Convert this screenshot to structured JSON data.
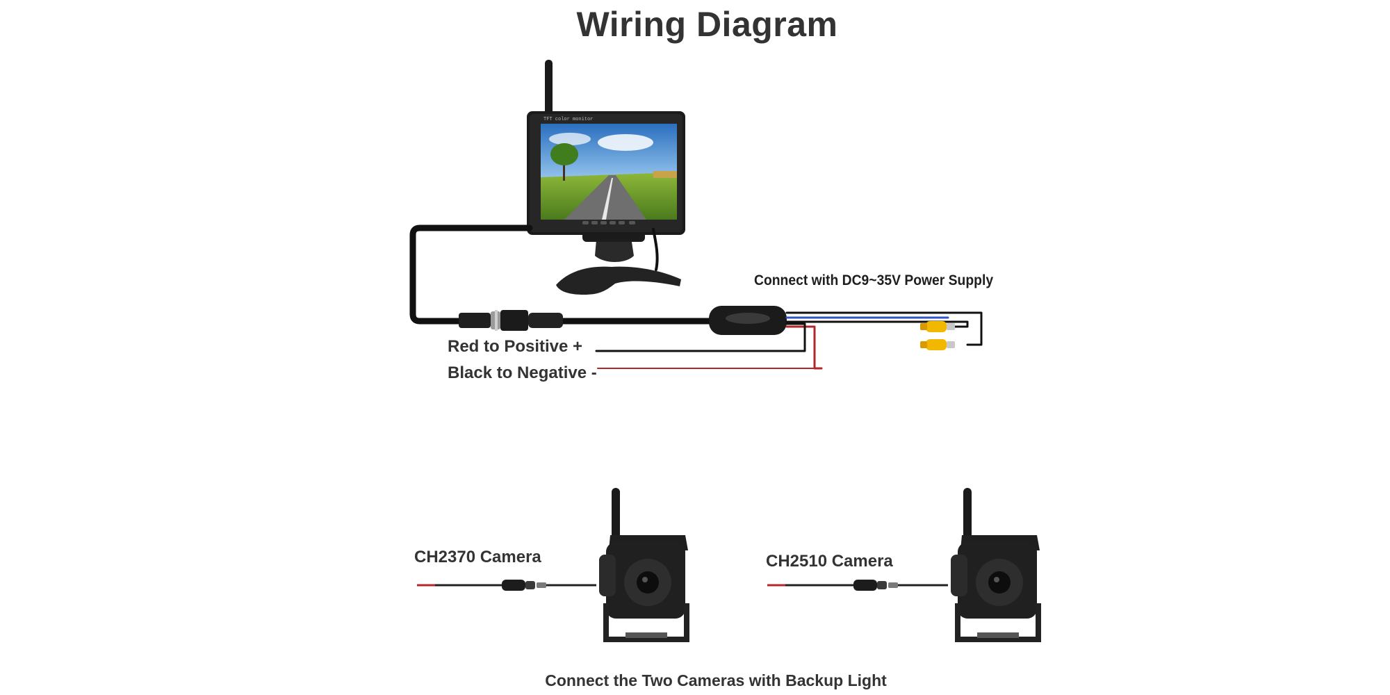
{
  "title": "Wiring Diagram",
  "monitor": {
    "bezel_text": "TFT color monitor"
  },
  "labels": {
    "power_supply": "Connect with DC9~35V Power Supply",
    "red_wire": "Red to Positive +",
    "black_wire": "Black to Negative -",
    "camera_1": "CH2370 Camera",
    "camera_2": "CH2510 Camera",
    "bottom_note": "Connect the Two Cameras with Backup Light"
  },
  "colors": {
    "cable": "#111111",
    "red_wire": "#b3262b",
    "blue_wire": "#2f55c8",
    "rca_yellow": "#f2b700"
  }
}
